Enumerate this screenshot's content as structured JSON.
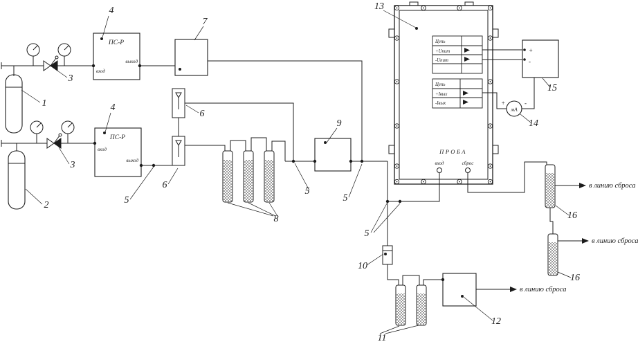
{
  "colors": {
    "ink": "#1c1c1c",
    "background": "#ffffff"
  },
  "callouts": {
    "cylinder1": "1",
    "cylinder2": "2",
    "regulator_top": "3",
    "regulator_bottom": "3",
    "generator_top": "4",
    "generator_bottom": "4",
    "tee_outlet": "5",
    "tee_bypass": "5",
    "tee_drop": "5",
    "tee_sample_pair": "5",
    "rotameter_top": "6",
    "rotameter_bottom": "6",
    "vessel7": "7",
    "drying_tubes8": "8",
    "vessel9": "9",
    "restrictor10": "10",
    "bubblers11": "11",
    "vessel12": "12",
    "analyzer13": "13",
    "milliammeter14": "14",
    "power_supply15": "15",
    "bubbler16_upper": "16",
    "bubbler16_lower": "16"
  },
  "generator": {
    "title": "ПС-Р",
    "inlet": "вход",
    "outlet": "выход"
  },
  "analyzer": {
    "sample_title": "ПРОБА",
    "sample_inlet": "вход",
    "sample_outlet": "сброс",
    "power_block": {
      "header": "Цепь",
      "row_plus": "+Uпит",
      "row_minus": "-Uпит"
    },
    "output_block": {
      "header": "Цепь",
      "row_plus": "+Iвых",
      "row_minus": "-Iвых"
    }
  },
  "meter": {
    "unit": "мА",
    "plus": "+",
    "minus": "-"
  },
  "power_supply": {
    "plus": "+",
    "minus": "-"
  },
  "discharge_label": "в линию сброса"
}
